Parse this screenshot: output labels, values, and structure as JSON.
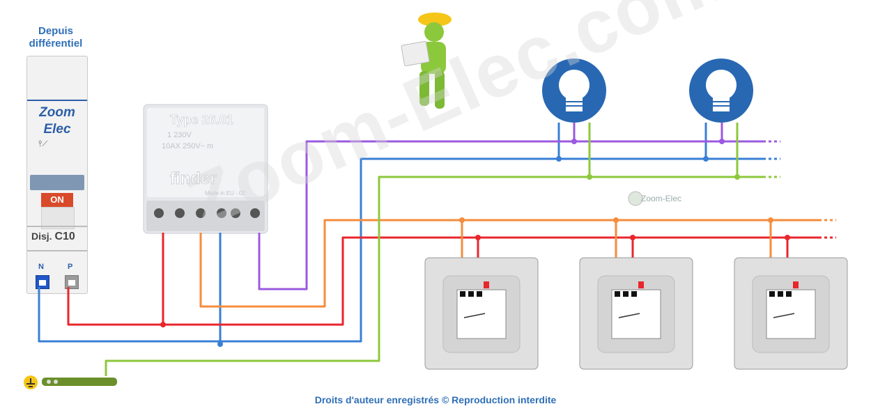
{
  "breaker": {
    "title_line1": "Depuis",
    "title_line2": "différentiel",
    "brand_line1": "Zoom",
    "brand_line2": "Elec",
    "switch_label": "ON",
    "rating_prefix": "Disj.",
    "rating": "C10",
    "terminal_n": "N",
    "terminal_p": "P"
  },
  "relay": {
    "type_label": "Type 26.01",
    "coil_label": "1 230V",
    "contact_label": "10AX 250V~ m",
    "brand": "finder",
    "origin": "Made in EU - 02"
  },
  "watermark": "Zoom-Elec.com",
  "logo_text": "Zoom-Elec",
  "caption": "Droits d'auteur enregistrés © Reproduction interdite",
  "colors": {
    "neutral": "#3a7fd5",
    "phase": "#e8262c",
    "ground": "#8cc83c",
    "switched": "#f58c3c",
    "lamp_return": "#9b59e0",
    "lamp_icon": "#2868b3",
    "caption": "#2f6fb7"
  },
  "icons": [
    "worker-icon",
    "lamp-icon",
    "ground-icon",
    "push-button-icon"
  ]
}
